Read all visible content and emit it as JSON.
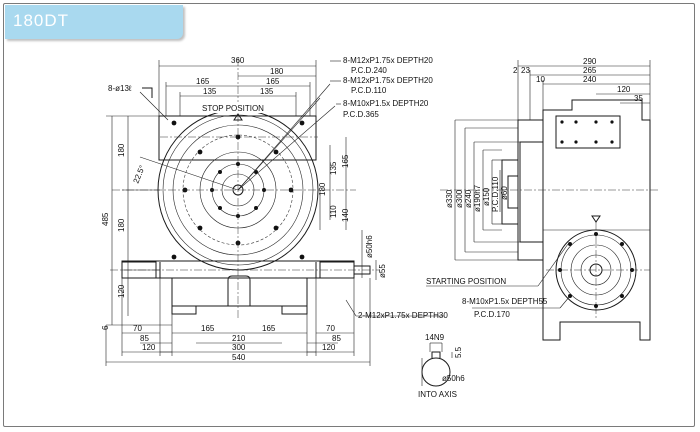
{
  "title": "180DT",
  "front": {
    "top_dims": [
      "360",
      "180",
      "165",
      "165",
      "135",
      "135"
    ],
    "left_dims": [
      "180",
      "485",
      "180",
      "120",
      "6"
    ],
    "right_dims": [
      "165",
      "135",
      "180",
      "110",
      "140"
    ],
    "bottom_dims": [
      "70",
      "85",
      "120",
      "165",
      "165",
      "210",
      "300",
      "540",
      "70",
      "85",
      "120"
    ],
    "angle": "22.5°",
    "holes_left": "8-ø13ℓ",
    "stop_position": "STOP POSITION",
    "callout1_a": "8-M12xP1.75x DEPTH20",
    "callout1_b": "P.C.D.240",
    "callout2_a": "8-M12xP1.75x DEPTH20",
    "callout2_b": "P.C.D.110",
    "callout3_a": "8-M10xP1.5x DEPTH20",
    "callout3_b": "P.C.D.365",
    "shaft_d1": "ø50h6",
    "shaft_d2": "ø55",
    "bottom_callout": "2-M12xP1.75x DEPTH30"
  },
  "side": {
    "top_dims": [
      "290",
      "265",
      "240",
      "2",
      "23",
      "10",
      "120",
      "35"
    ],
    "diameters": [
      "ø330",
      "ø300",
      "ø240",
      "ø190h7",
      "ø150",
      "P.C.D.110",
      "ø60"
    ],
    "starting_position": "STARTING POSITION",
    "callout_a": "8-M10xP1.5x DEPTH55",
    "callout_b": "P.C.D.170"
  },
  "axis": {
    "key_dims": [
      "14N9",
      "5.5"
    ],
    "diameter": "ø50h6",
    "caption": "INTO AXIS"
  }
}
